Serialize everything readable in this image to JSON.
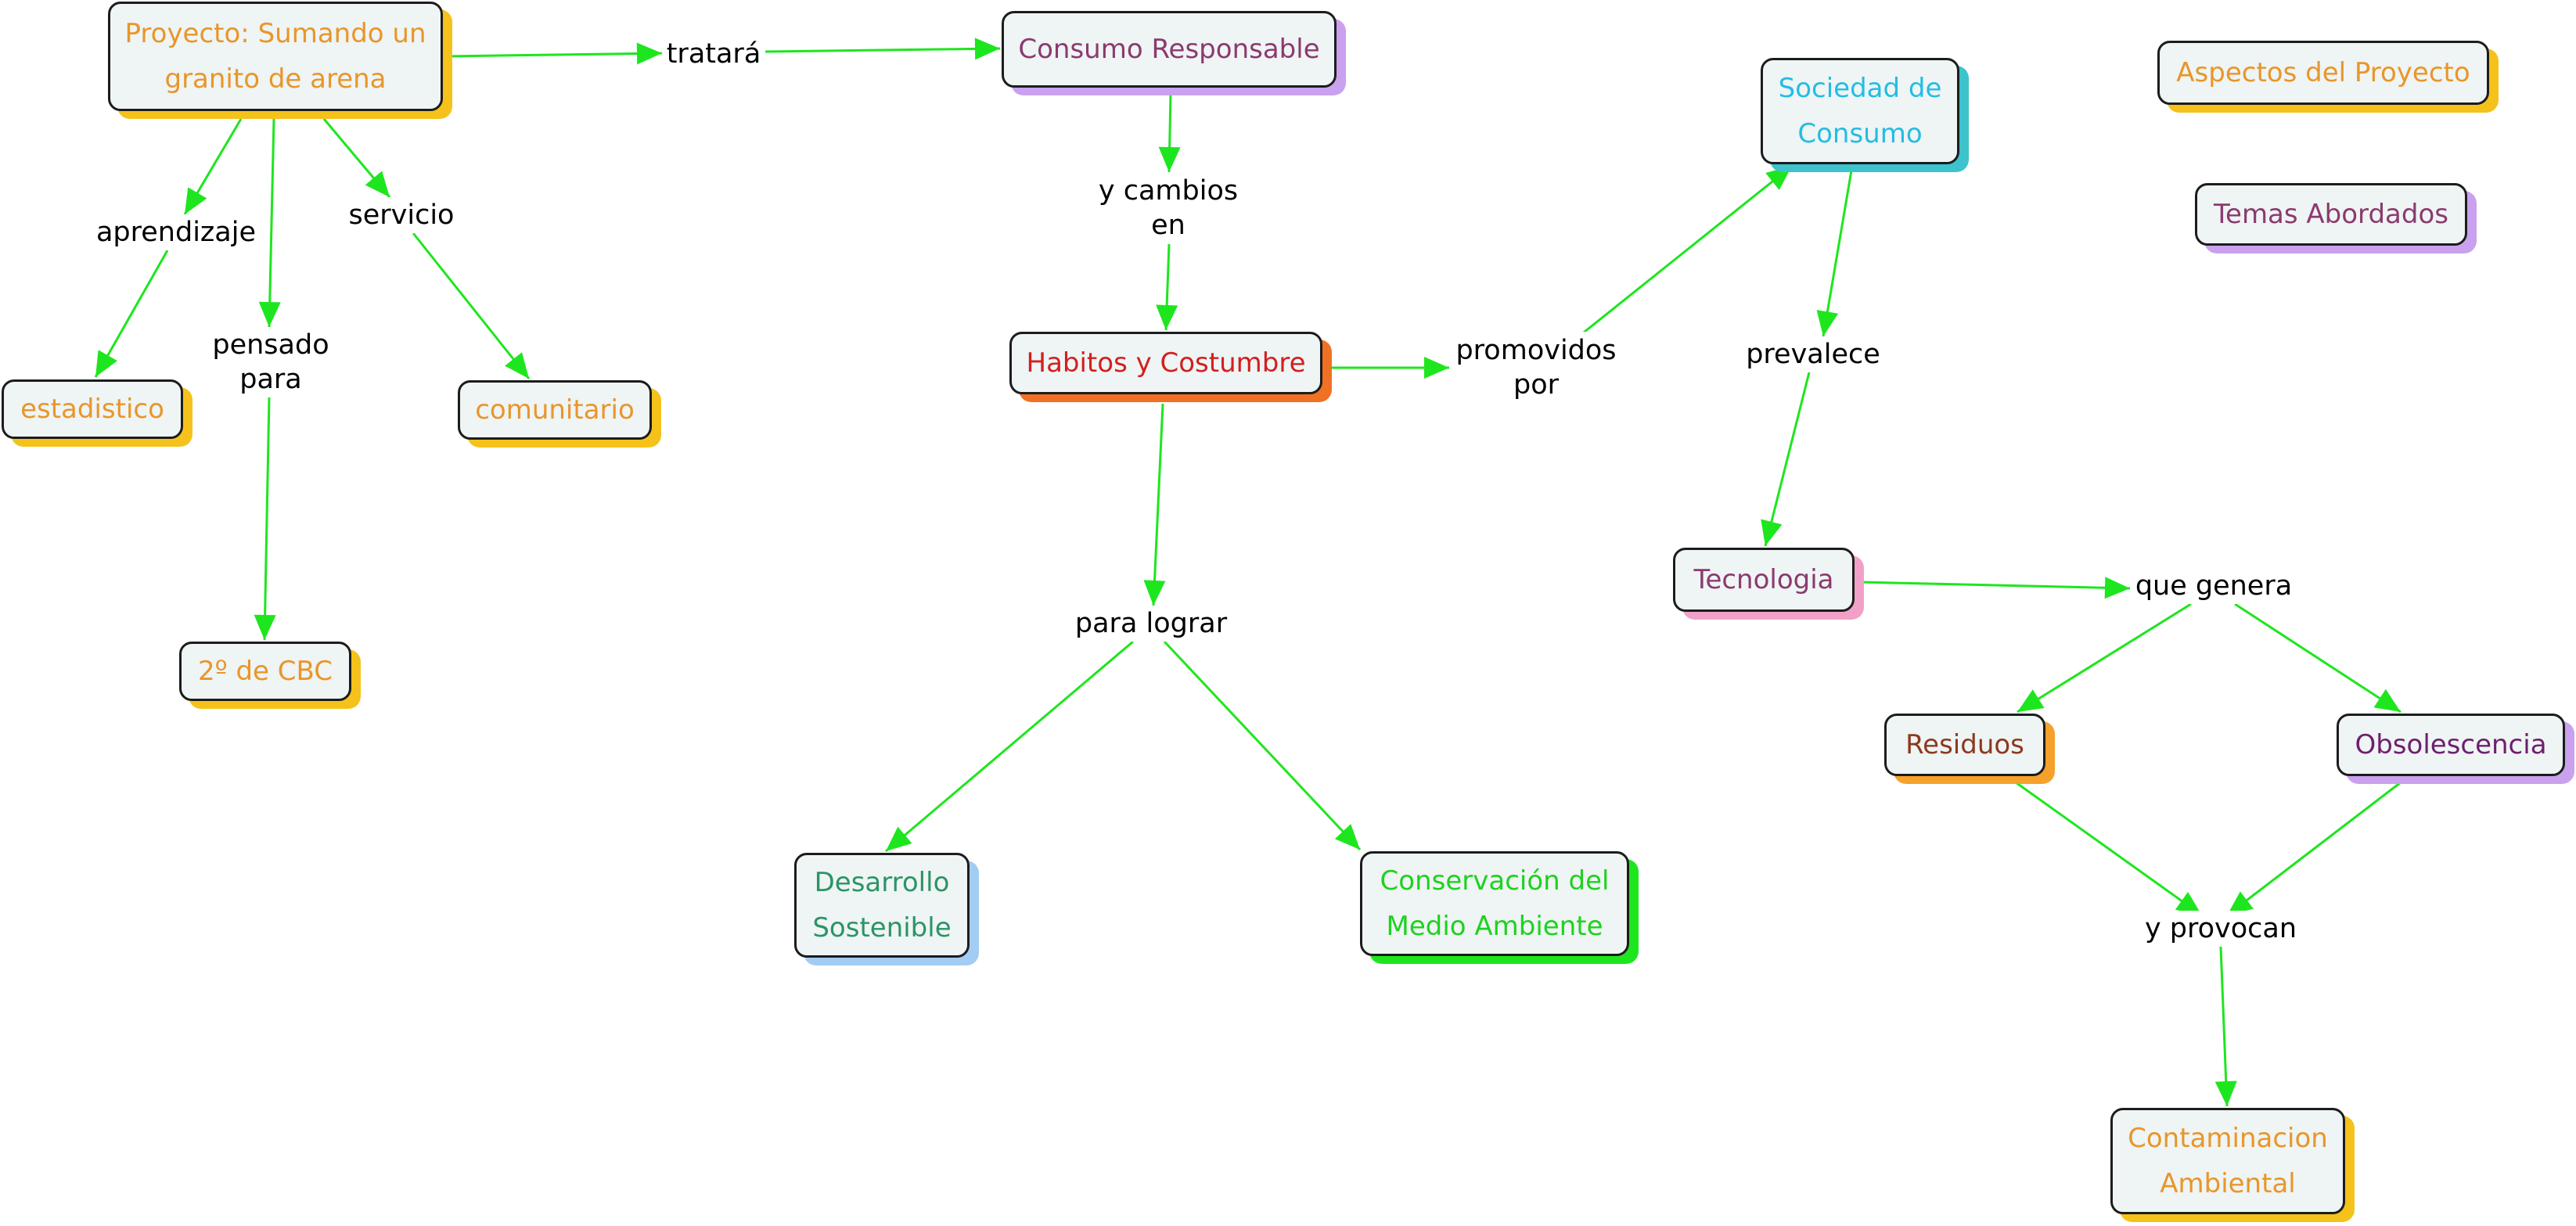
{
  "concepts": {
    "proyecto": {
      "text": "Proyecto: Sumando un\ngranito de arena",
      "color": "#e8962a",
      "shadow": "#f5c21b"
    },
    "estadistico": {
      "text": "estadistico",
      "color": "#e8962a",
      "shadow": "#f5c21b"
    },
    "comunitario": {
      "text": "comunitario",
      "color": "#e8962a",
      "shadow": "#f5c21b"
    },
    "cbc": {
      "text": "2º de CBC",
      "color": "#e8962a",
      "shadow": "#f5c21b"
    },
    "consumo": {
      "text": "Consumo Responsable",
      "color": "#8b3a6e",
      "shadow": "#c9a1ee"
    },
    "habitos": {
      "text": "Habitos y Costumbre",
      "color": "#d21f1f",
      "shadow": "#f07124"
    },
    "desarrollo": {
      "text": "Desarrollo\nSostenible",
      "color": "#2b9467",
      "shadow": "#a3ccf2"
    },
    "conservacion": {
      "text": "Conservación del\nMedio Ambiente",
      "color": "#1ed21e",
      "shadow": "#1ee61e"
    },
    "sociedad": {
      "text": "Sociedad de\nConsumo",
      "color": "#22bde4",
      "shadow": "#3cc3cc"
    },
    "tecnologia": {
      "text": "Tecnologia",
      "color": "#8b3a6e",
      "shadow": "#f1a1c8"
    },
    "residuos": {
      "text": "Residuos",
      "color": "#8c3a1d",
      "shadow": "#f5a12b"
    },
    "obsolescencia": {
      "text": "Obsolescencia",
      "color": "#6e1f6e",
      "shadow": "#c9a1ee"
    },
    "contaminacion": {
      "text": "Contaminacion\nAmbiental",
      "color": "#e8962a",
      "shadow": "#f5c21b"
    },
    "aspectos": {
      "text": "Aspectos del Proyecto",
      "color": "#e8962a",
      "shadow": "#f5c21b"
    },
    "temas": {
      "text": "Temas Abordados",
      "color": "#8b3a6e",
      "shadow": "#c9a1ee"
    }
  },
  "link_labels": {
    "tratara": "tratará",
    "aprendizaje": "aprendizaje",
    "servicio": "servicio",
    "pensado": "pensado\npara",
    "cambios": "y cambios\nen",
    "promovidos": "promovidos\npor",
    "lograr": "para lograr",
    "prevalece": "prevalece",
    "genera": "que genera",
    "provocan": "y provocan"
  },
  "colors": {
    "line": "#1ee61e",
    "border": "#1c1c1c",
    "box": "#eff4f4"
  }
}
